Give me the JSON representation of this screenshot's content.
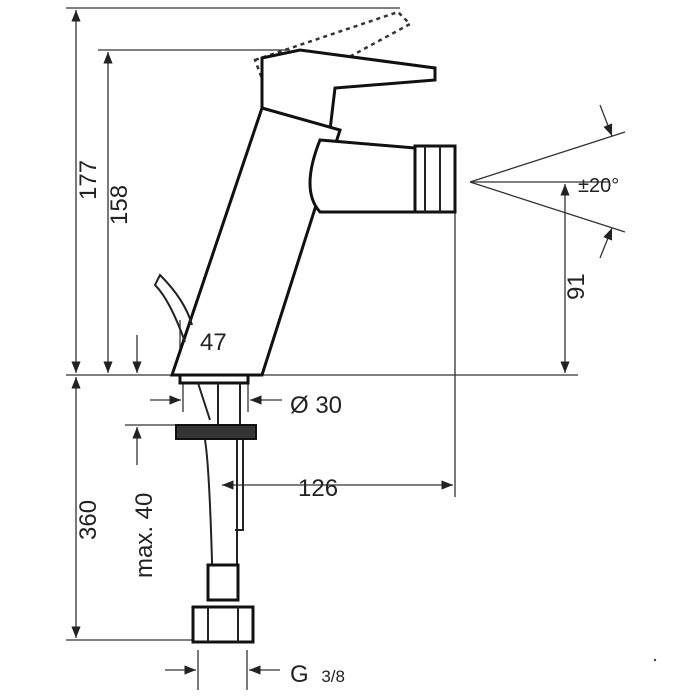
{
  "drawing": {
    "dimensions": {
      "total_height": "177",
      "lever_height": "158",
      "angle": "±20°",
      "spout_height": "91",
      "base_width": "47",
      "diameter": "Ø 30",
      "reach": "126",
      "hose_length": "360",
      "max_thickness": "max. 40",
      "thread_prefix": "G",
      "thread_fraction": "3/8"
    },
    "line_color": "#222222",
    "background": "#ffffff"
  }
}
